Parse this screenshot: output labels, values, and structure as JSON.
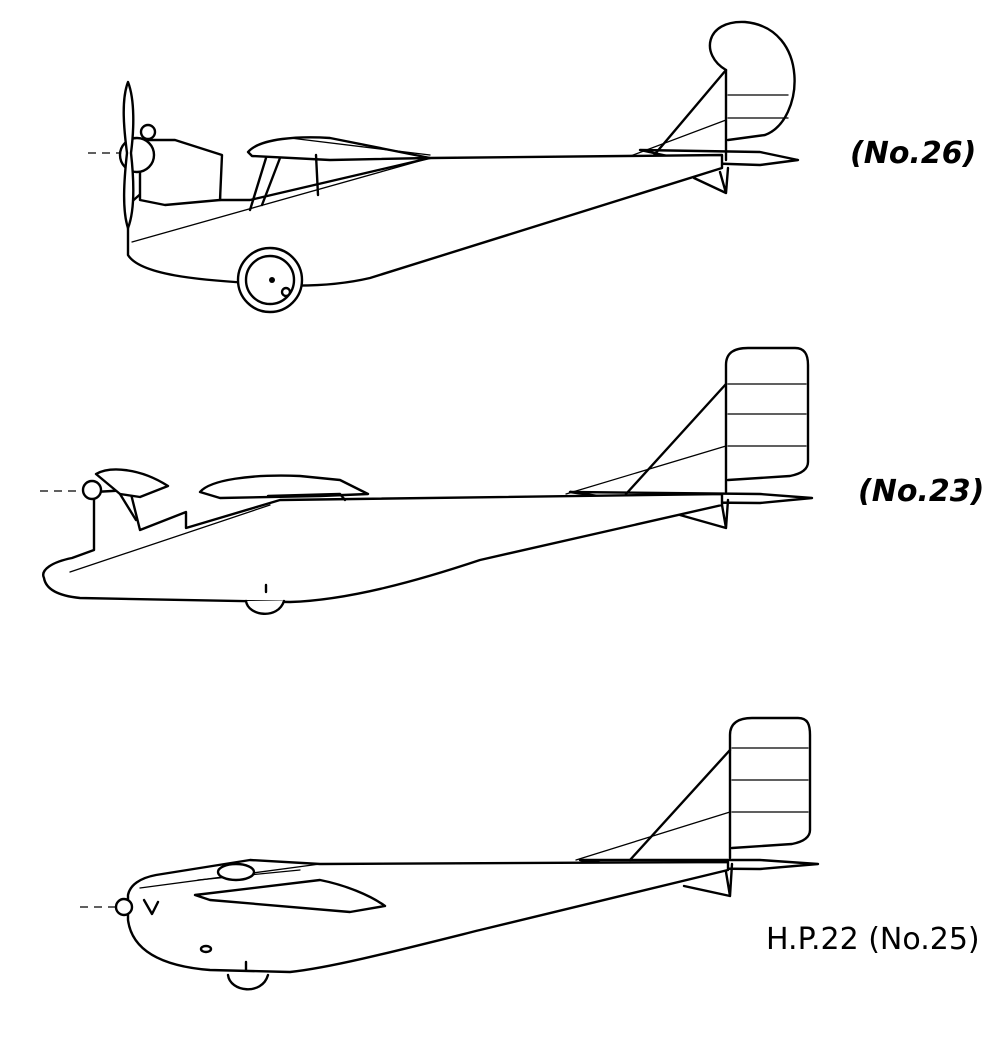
{
  "aircraft": [
    {
      "label": "(No.26)"
    },
    {
      "label": "(No.23)"
    },
    {
      "label": "H.P.22 (No.25)"
    }
  ],
  "colors": {
    "ink": "#000000",
    "paper": "#ffffff"
  }
}
